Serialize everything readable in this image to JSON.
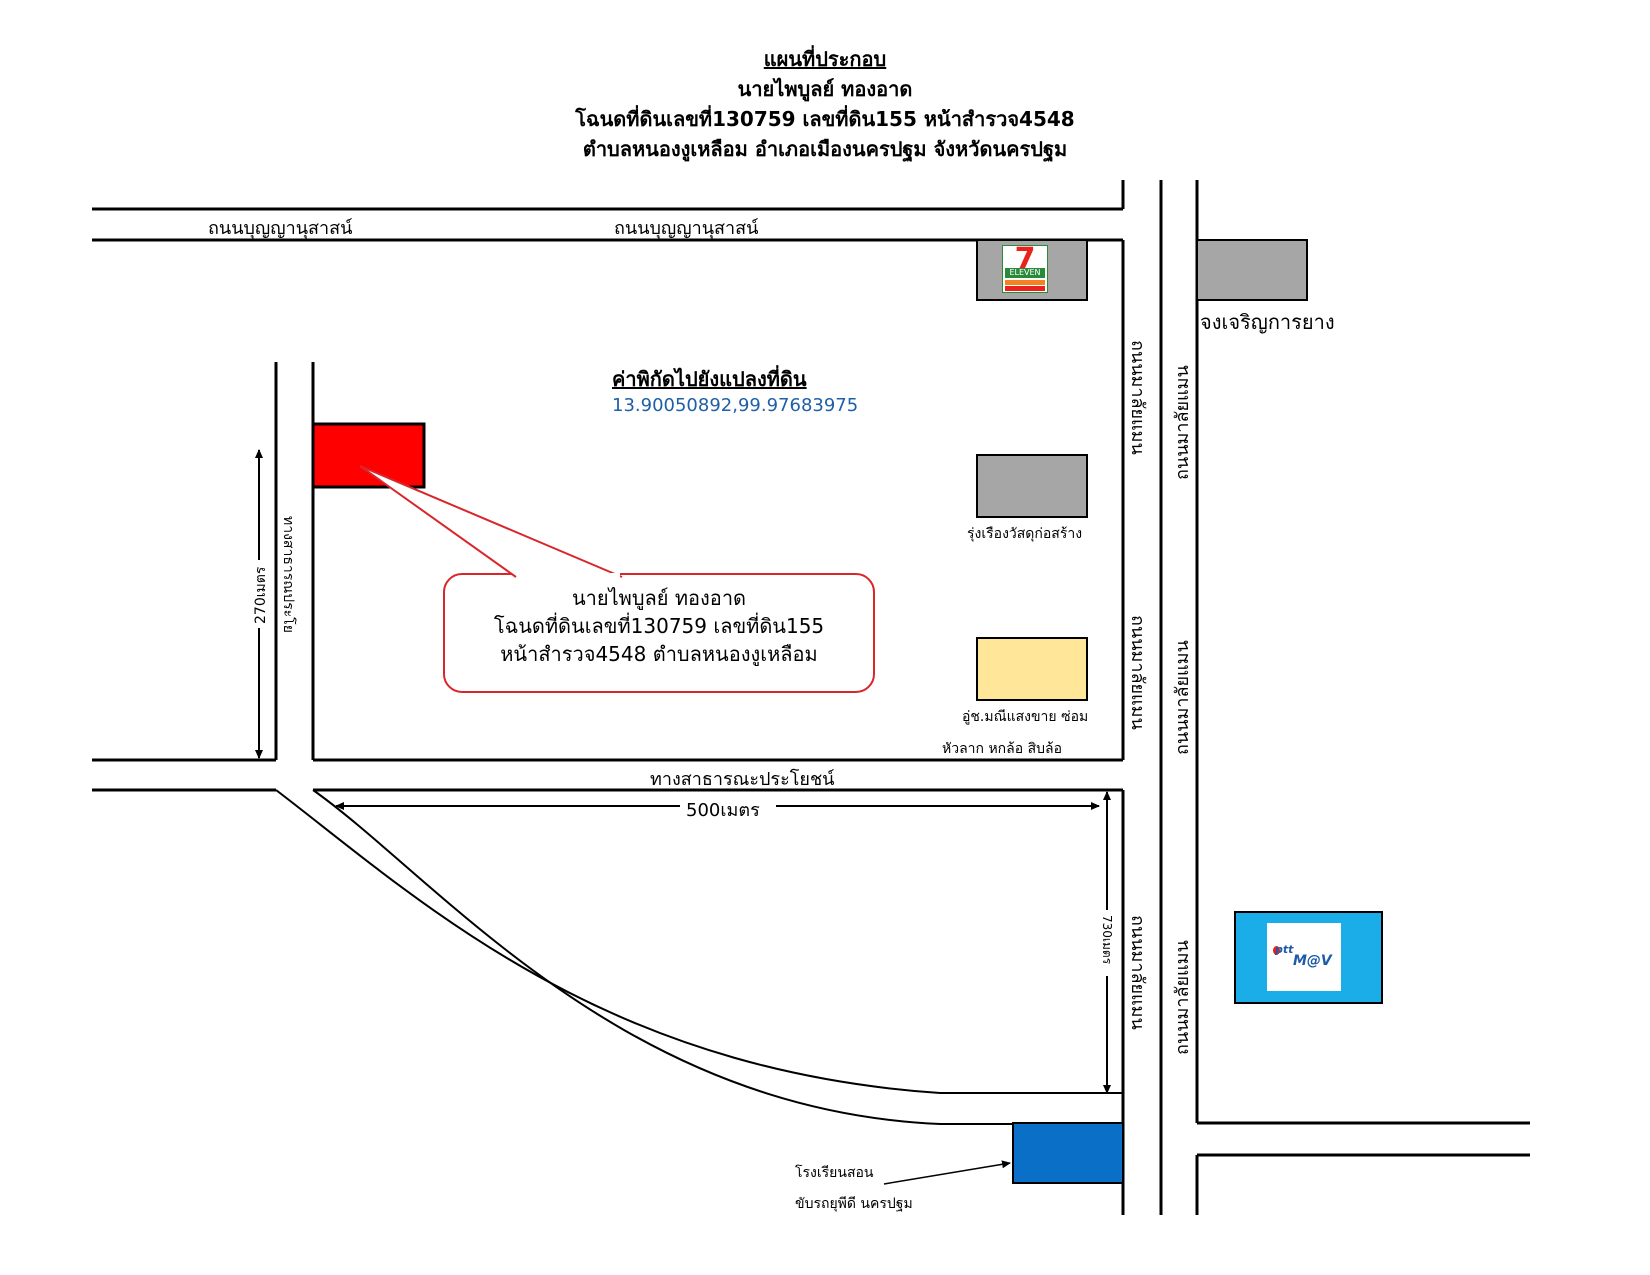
{
  "header": {
    "title": "แผนที่ประกอบ",
    "owner": "นายไพบูลย์ ทองอาด",
    "deed": "โฉนดที่ดินเลขที่130759 เลขที่ดิน155 หน้าสำรวจ4548",
    "location": "ตำบลหนองงูเหลือม อำเภอเมืองนครปฐม จังหวัดนครปฐม"
  },
  "roads": {
    "north_left": "ถนนบุญญานุสาสน์",
    "north_right": "ถนนบุญญานุสาสน์",
    "public_horizontal": "ทางสาธารณะประโยชน์",
    "public_vertical": "ทางสาธารณประโย",
    "main_left_1": "ถนนมาลัยแมน",
    "main_left_2": "ถนนมาลัยแมน",
    "main_left_3": "ถนนมาลัยแมน",
    "main_right_1": "ถนนมาลัยแมน",
    "main_right_2": "ถนนมาลัยแมน",
    "main_right_3": "ถนนมาลัยแมน"
  },
  "coordinates": {
    "title": "ค่าพิกัดไปยังแปลงที่ดิน",
    "value": "13.90050892,99.97683975"
  },
  "callout": {
    "line1": "นายไพบูลย์ ทองอาด",
    "line2": "โฉนดที่ดินเลขที่130759 เลขที่ดิน155",
    "line3": "หน้าสำรวจ4548 ตำบลหนองงูเหลือม"
  },
  "landmarks": {
    "seven_eleven": {
      "logo_number": "7",
      "logo_text": "ELEVEN"
    },
    "rung_rueang": "รุ่งเรืองวัสดุก่อสร้าง",
    "garage_line1": "อู่ช.มณีแสงขาย ซ่อม",
    "garage_line2": "หัวลาก หกล้อ สิบล้อ",
    "chong_charoen": "จงเจริญการยาง",
    "ptt": {
      "logo_text1": "ptt",
      "logo_text2": "M@V"
    },
    "school_line1": "โรงเรียนสอน",
    "school_line2": "ขับรถยุพีดี นครปฐม"
  },
  "distances": {
    "vertical_left": "270เมตร",
    "horizontal": "500เมตร",
    "vertical_right": "730เมตร"
  },
  "colors": {
    "plot": "#ff0000",
    "callout_border": "#d9262b",
    "gray_building": "#a6a6a6",
    "garage": "#ffe699",
    "ptt_station": "#1aade8",
    "school": "#0a6fc7",
    "coord_text": "#1f5fa8"
  }
}
